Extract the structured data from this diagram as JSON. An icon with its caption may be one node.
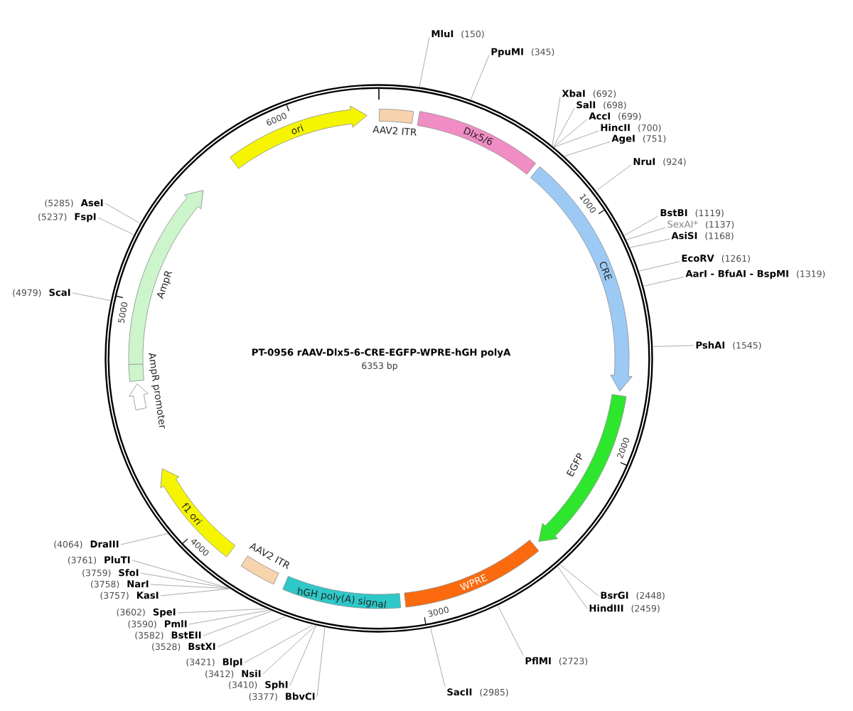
{
  "diagram": {
    "title": "PT-0956 rAAV-Dlx5-6-CRE-EGFP-WPRE-hGH polyA",
    "nodes": [
      {
        "text": [],
        "shape": "circle"
      },
      {
        "text": [
          "AAV2 ITR"
        ],
        "in": 0
      },
      {
        "text": [
          "Dlx5/6"
        ],
        "in": 0
      },
      {
        "text": [
          "CRE"
        ],
        "in": 0
      },
      {
        "text": [
          "EGFP"
        ],
        "in": 0
      },
      {
        "text": [
          "WPRE"
        ],
        "in": 0
      },
      {
        "text": [
          "hGH poly(A) signal"
        ],
        "in": 0
      },
      {
        "text": [
          "AAV2 ITR"
        ],
        "in": 0
      },
      {
        "text": [
          "f1 ori"
        ],
        "in": 0
      },
      {
        "text": [
          "AmpR promoter"
        ],
        "in": 0
      },
      {
        "text": [
          "AmpR"
        ],
        "in": 0
      },
      {
        "text": [
          "ori"
        ],
        "in": 0
      },
      {
        "text": [
          "MluI",
          "(150)"
        ]
      },
      {
        "text": [
          "PpuMI",
          "(345)"
        ]
      },
      {
        "text": [
          "XbaI",
          "(692)"
        ]
      },
      {
        "text": [
          "SalI",
          "(698)"
        ]
      },
      {
        "text": [
          "AccI",
          "(699)"
        ]
      },
      {
        "text": [
          "HincII",
          "(700)"
        ]
      },
      {
        "text": [
          "AgeI",
          "(751)"
        ]
      },
      {
        "text": [
          "NruI",
          "(924)"
        ]
      },
      {
        "text": [
          "BstBI",
          "(1119)"
        ]
      },
      {
        "text": [
          "SexAI*",
          "(1137)"
        ]
      },
      {
        "text": [
          "AsiSI",
          "(1168)"
        ]
      },
      {
        "text": [
          "EcoRV",
          "(1261)"
        ]
      },
      {
        "text": [
          "AarI - BfuAI - BspMI",
          "(1319)"
        ]
      },
      {
        "text": [
          "PshAI",
          "(1545)"
        ]
      },
      {
        "text": [
          "BsrGI",
          "(2448)"
        ]
      },
      {
        "text": [
          "HindIII",
          "(2459)"
        ]
      },
      {
        "text": [
          "PflMI",
          "(2723)"
        ]
      },
      {
        "text": [
          "SacII",
          "(2985)"
        ]
      },
      {
        "text": [
          "(3377)",
          "BbvCI"
        ]
      },
      {
        "text": [
          "(3410)",
          "SphI"
        ]
      },
      {
        "text": [
          "(3412)",
          "NsiI"
        ]
      },
      {
        "text": [
          "(3421)",
          "BlpI"
        ]
      },
      {
        "text": [
          "(3528)",
          "BstXI"
        ]
      },
      {
        "text": [
          "(3582)",
          "BstEII"
        ]
      },
      {
        "text": [
          "(3590)",
          "PmlI"
        ]
      },
      {
        "text": [
          "(3602)",
          "SpeI"
        ]
      },
      {
        "text": [
          "(3757)",
          "KasI"
        ]
      },
      {
        "text": [
          "(3758)",
          "NarI"
        ]
      },
      {
        "text": [
          "(3759)",
          "SfoI"
        ]
      },
      {
        "text": [
          "(3761)",
          "PluTI"
        ]
      },
      {
        "text": [
          "(4064)",
          "DraIII"
        ]
      },
      {
        "text": [
          "(4979)",
          "ScaI"
        ]
      },
      {
        "text": [
          "(5237)",
          "FspI"
        ]
      },
      {
        "text": [
          "(5285)",
          "AseI"
        ]
      }
    ],
    "edges": [
      {
        "from": 12,
        "to": 0,
        "arrow": "none"
      },
      {
        "from": 13,
        "to": 0,
        "arrow": "none"
      },
      {
        "from": 14,
        "to": 0,
        "arrow": "none"
      },
      {
        "from": 15,
        "to": 0,
        "arrow": "none"
      },
      {
        "from": 16,
        "to": 0,
        "arrow": "none"
      },
      {
        "from": 17,
        "to": 0,
        "arrow": "none"
      },
      {
        "from": 18,
        "to": 0,
        "arrow": "none"
      },
      {
        "from": 19,
        "to": 0,
        "arrow": "none"
      },
      {
        "from": 20,
        "to": 0,
        "arrow": "none"
      },
      {
        "from": 21,
        "to": 0,
        "arrow": "none"
      },
      {
        "from": 22,
        "to": 0,
        "arrow": "none"
      },
      {
        "from": 23,
        "to": 0,
        "arrow": "none"
      },
      {
        "from": 24,
        "to": 0,
        "arrow": "none"
      },
      {
        "from": 25,
        "to": 0,
        "arrow": "none"
      },
      {
        "from": 26,
        "to": 0,
        "arrow": "none"
      },
      {
        "from": 27,
        "to": 0,
        "arrow": "none"
      },
      {
        "from": 28,
        "to": 0,
        "arrow": "none"
      },
      {
        "from": 29,
        "to": 0,
        "arrow": "none"
      },
      {
        "from": 30,
        "to": 0,
        "arrow": "none"
      },
      {
        "from": 31,
        "to": 0,
        "arrow": "none"
      },
      {
        "from": 32,
        "to": 0,
        "arrow": "none"
      },
      {
        "from": 33,
        "to": 0,
        "arrow": "none"
      },
      {
        "from": 34,
        "to": 0,
        "arrow": "none"
      },
      {
        "from": 35,
        "to": 0,
        "arrow": "none"
      },
      {
        "from": 36,
        "to": 0,
        "arrow": "none"
      },
      {
        "from": 37,
        "to": 0,
        "arrow": "none"
      },
      {
        "from": 38,
        "to": 0,
        "arrow": "none"
      },
      {
        "from": 39,
        "to": 0,
        "arrow": "none"
      },
      {
        "from": 40,
        "to": 0,
        "arrow": "none"
      },
      {
        "from": 41,
        "to": 0,
        "arrow": "none"
      },
      {
        "from": 42,
        "to": 0,
        "arrow": "none"
      },
      {
        "from": 43,
        "to": 0,
        "arrow": "none"
      },
      {
        "from": 44,
        "to": 0,
        "arrow": "none"
      },
      {
        "from": 45,
        "to": 0,
        "arrow": "none"
      }
    ],
    "labels": [
      "6353 bp",
      "1000",
      "2000",
      "3000",
      "4000",
      "5000",
      "6000"
    ]
  }
}
